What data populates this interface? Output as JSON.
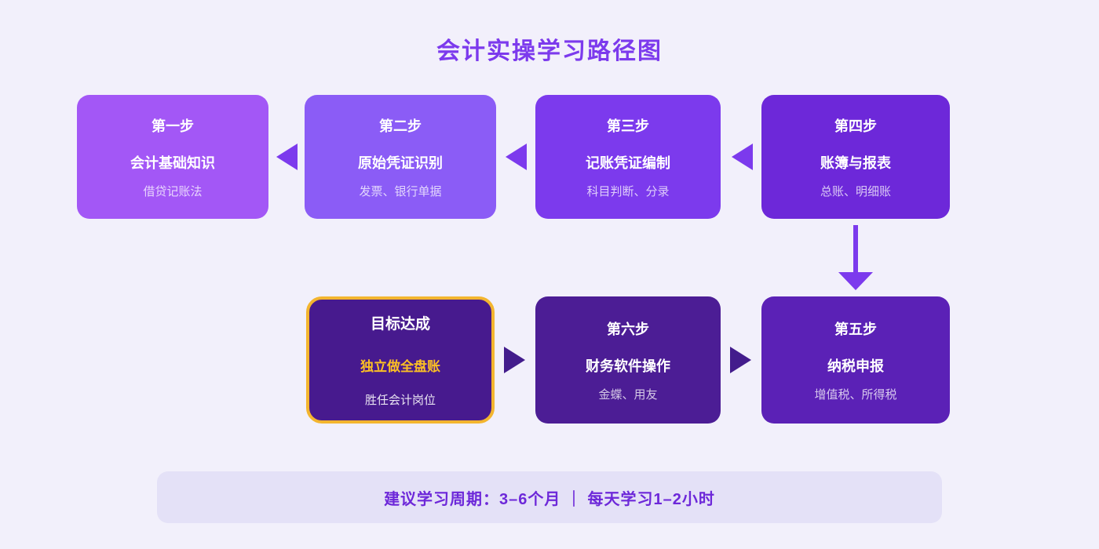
{
  "page": {
    "title": "会计实操学习路径图",
    "background": "#f2f0fb"
  },
  "steps": [
    {
      "label": "第一步",
      "title": "会计基础知识",
      "subtitle": "借贷记账法",
      "color": "#a357f6"
    },
    {
      "label": "第二步",
      "title": "原始凭证识别",
      "subtitle": "发票、银行单据",
      "color": "#8b5cf6"
    },
    {
      "label": "第三步",
      "title": "记账凭证编制",
      "subtitle": "科目判断、分录",
      "color": "#7c3aed"
    },
    {
      "label": "第四步",
      "title": "账簿与报表",
      "subtitle": "总账、明细账",
      "color": "#6d28d9"
    },
    {
      "label": "第五步",
      "title": "纳税申报",
      "subtitle": "增值税、所得税",
      "color": "#5b21b6"
    },
    {
      "label": "第六步",
      "title": "财务软件操作",
      "subtitle": "金蝶、用友",
      "color": "#4c1d95"
    }
  ],
  "goal": {
    "label": "目标达成",
    "highlight": "独立做全盘账",
    "subtitle": "胜任会计岗位",
    "color": "#471a8e",
    "border_color": "#f3b52f",
    "highlight_color": "#fbbf24"
  },
  "colors": {
    "title": "#7c3aed",
    "arrow_top": "#7c3aed",
    "arrow_bottom": "#431c8c",
    "arrow_down": "#7c3aed",
    "footer_bg": "#e4e1f7",
    "footer_text": "#6d28d9"
  },
  "footer": {
    "text": "建议学习周期：3–6个月 ｜ 每天学习1–2小时"
  }
}
